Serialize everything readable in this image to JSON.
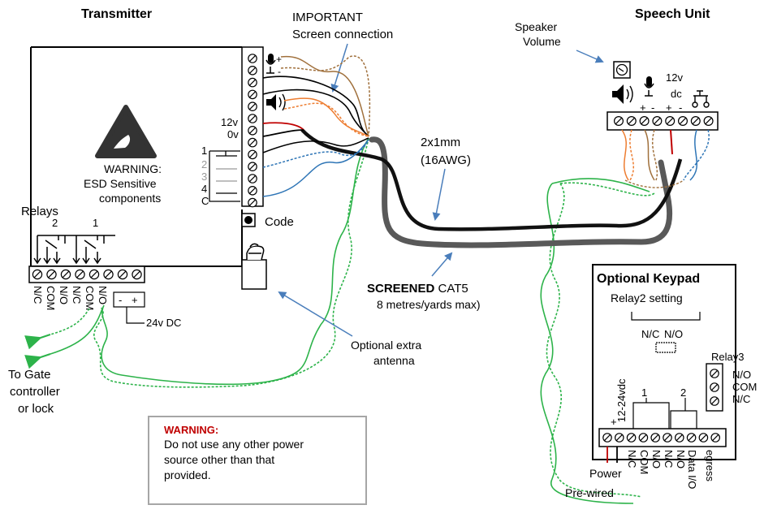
{
  "transmitter": {
    "title": "Transmitter",
    "esd_warning": [
      "WARNING:",
      "ESD Sensitive",
      "components"
    ],
    "relays_label": "Relays",
    "relay_numbers": [
      "2",
      "1"
    ],
    "relay_terminals": [
      "N/C",
      "COM",
      "N/O",
      "N/C",
      "COM",
      "N/O"
    ],
    "power_terminals": [
      "-",
      "+"
    ],
    "power_label": "24v DC",
    "terminal_labels": [
      "12v",
      "0v",
      "1",
      "2",
      "3",
      "4",
      "C"
    ],
    "mic_polarity": [
      "+",
      "-"
    ],
    "code_label": "Code"
  },
  "important": {
    "line1": "IMPORTANT",
    "line2": "Screen connection"
  },
  "speech_unit": {
    "title": "Speech Unit",
    "speaker_volume": [
      "Speaker",
      "Volume"
    ],
    "power_label": [
      "12v",
      "dc"
    ],
    "polarity": [
      "+",
      "-",
      "+",
      "-"
    ]
  },
  "cable_main": {
    "line1": "2x1mm",
    "line2": "(16AWG)"
  },
  "cable_cat5": {
    "bold": "SCREENED",
    "normal": "CAT5",
    "note": "8 metres/yards max)"
  },
  "antenna": {
    "line1": "Optional extra",
    "line2": "antenna"
  },
  "gate": {
    "line1": "To Gate",
    "line2": "controller",
    "line3": "or lock"
  },
  "warning_box": {
    "title": "WARNING:",
    "line1": "Do not use any other power",
    "line2": "source other than that",
    "line3": "provided."
  },
  "keypad": {
    "title": "Optional Keypad",
    "relay2_setting": "Relay2 setting",
    "jumper_labels": [
      "N/C",
      "N/O"
    ],
    "relay3_label": "Relay3",
    "relay3_terms": [
      "N/O",
      "COM",
      "N/C"
    ],
    "supply": "12-24vdc",
    "supply_polarity": [
      "+",
      "-"
    ],
    "relay_numbers": [
      "1",
      "2"
    ],
    "bottom_terms": [
      "N/C",
      "COM",
      "N/O",
      "N/C",
      "N/O",
      "Data I/O",
      "egress"
    ],
    "power_label": "Power",
    "prewired": "Pre-wired"
  },
  "colors": {
    "red": "#c00000",
    "green": "#2db34a",
    "blue": "#2e75b6",
    "orange": "#ed7d31",
    "brown": "#a0703c",
    "cable_gray": "#595959",
    "arrow_blue": "#4a7ebb"
  }
}
